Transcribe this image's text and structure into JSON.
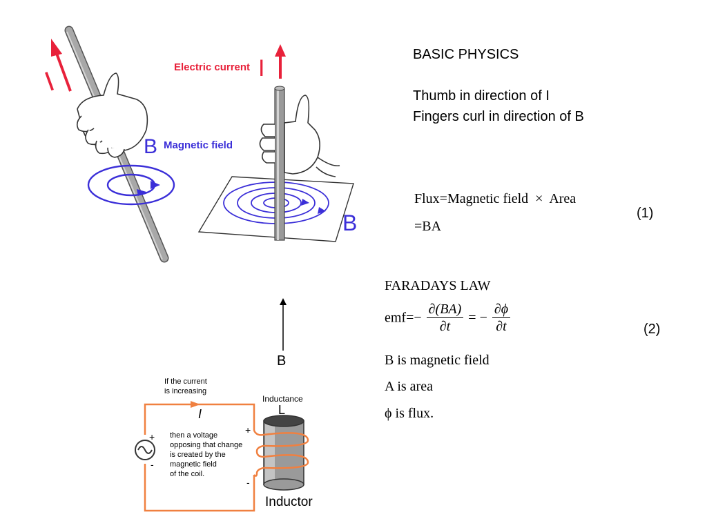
{
  "slide": {
    "heading": "BASIC PHYSICS",
    "rule_line1": "Thumb in direction of I",
    "rule_line2": "Fingers curl in direction of B",
    "flux": {
      "line1": "Flux=Magnetic field  ×  Area",
      "line2": "=BA",
      "eq_number": "(1)"
    },
    "faraday": {
      "title": "FARADAYS LAW",
      "emf_prefix": "emf=",
      "minus1": "−",
      "frac1_num": "∂(BA)",
      "frac1_den": "∂t",
      "equals": "=",
      "minus2": "−",
      "frac2_num": "∂ϕ",
      "frac2_den": "∂t",
      "eq_number": "(2)",
      "def_b": "B is magnetic field",
      "def_a": "A is area",
      "def_phi": "ϕ is flux."
    },
    "b_arrow_label": "B"
  },
  "hand_figure": {
    "left_current_label": "I",
    "electric_current": "Electric current",
    "right_current_label": "I",
    "b_left": "B",
    "magnetic_field": "Magnetic field",
    "b_right": "B"
  },
  "inductor_figure": {
    "note_top_line1": "If the current",
    "note_top_line2": "is increasing",
    "current_symbol": "I",
    "inductance_label": "Inductance",
    "inductance_symbol": "L",
    "plus_source": "+",
    "minus_source": "-",
    "plus_coil": "+",
    "minus_coil": "-",
    "note_lines": [
      "then a voltage",
      "opposing that change",
      "is created by the",
      "magnetic field",
      "of the coil."
    ],
    "caption": "Inductor"
  },
  "colors": {
    "current_red": "#e8213a",
    "field_blue": "#3b2fd8",
    "wire_orange": "#f08040",
    "rod_gray": "#9a9a9a"
  }
}
